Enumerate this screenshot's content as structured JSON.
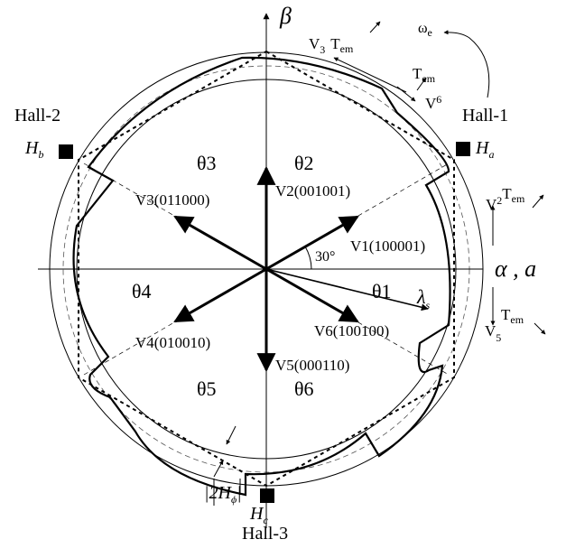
{
  "axes": {
    "beta": "β",
    "alpha_a": "α , a"
  },
  "sectors": {
    "theta1": "θ1",
    "theta2": "θ2",
    "theta3": "θ3",
    "theta4": "θ4",
    "theta5": "θ5",
    "theta6": "θ6"
  },
  "vectors": {
    "v1": "V1(100001)",
    "v2": "V2(001001)",
    "v3": "V3(011000)",
    "v4": "V4(010010)",
    "v5": "V5(000110)",
    "v6": "V6(100100)"
  },
  "hall": {
    "hall1": "Hall-1",
    "hall2": "Hall-2",
    "hall3": "Hall-3",
    "ha": "H",
    "ha_sub": "a",
    "hb": "H",
    "hb_sub": "b",
    "hc": "H",
    "hc_sub": "c"
  },
  "annotations": {
    "angle": "30°",
    "lambda": "λ",
    "lambda_sub": "s",
    "omega": "ω",
    "omega_sub": "e",
    "t": "T",
    "t_sub": "em",
    "v": "V",
    "v3_sub": "3",
    "v6_sub": "6",
    "v2_sub": "2",
    "v5_sub": "5",
    "two_h": "|2H",
    "phi": "ϕ",
    "bar": "|"
  }
}
